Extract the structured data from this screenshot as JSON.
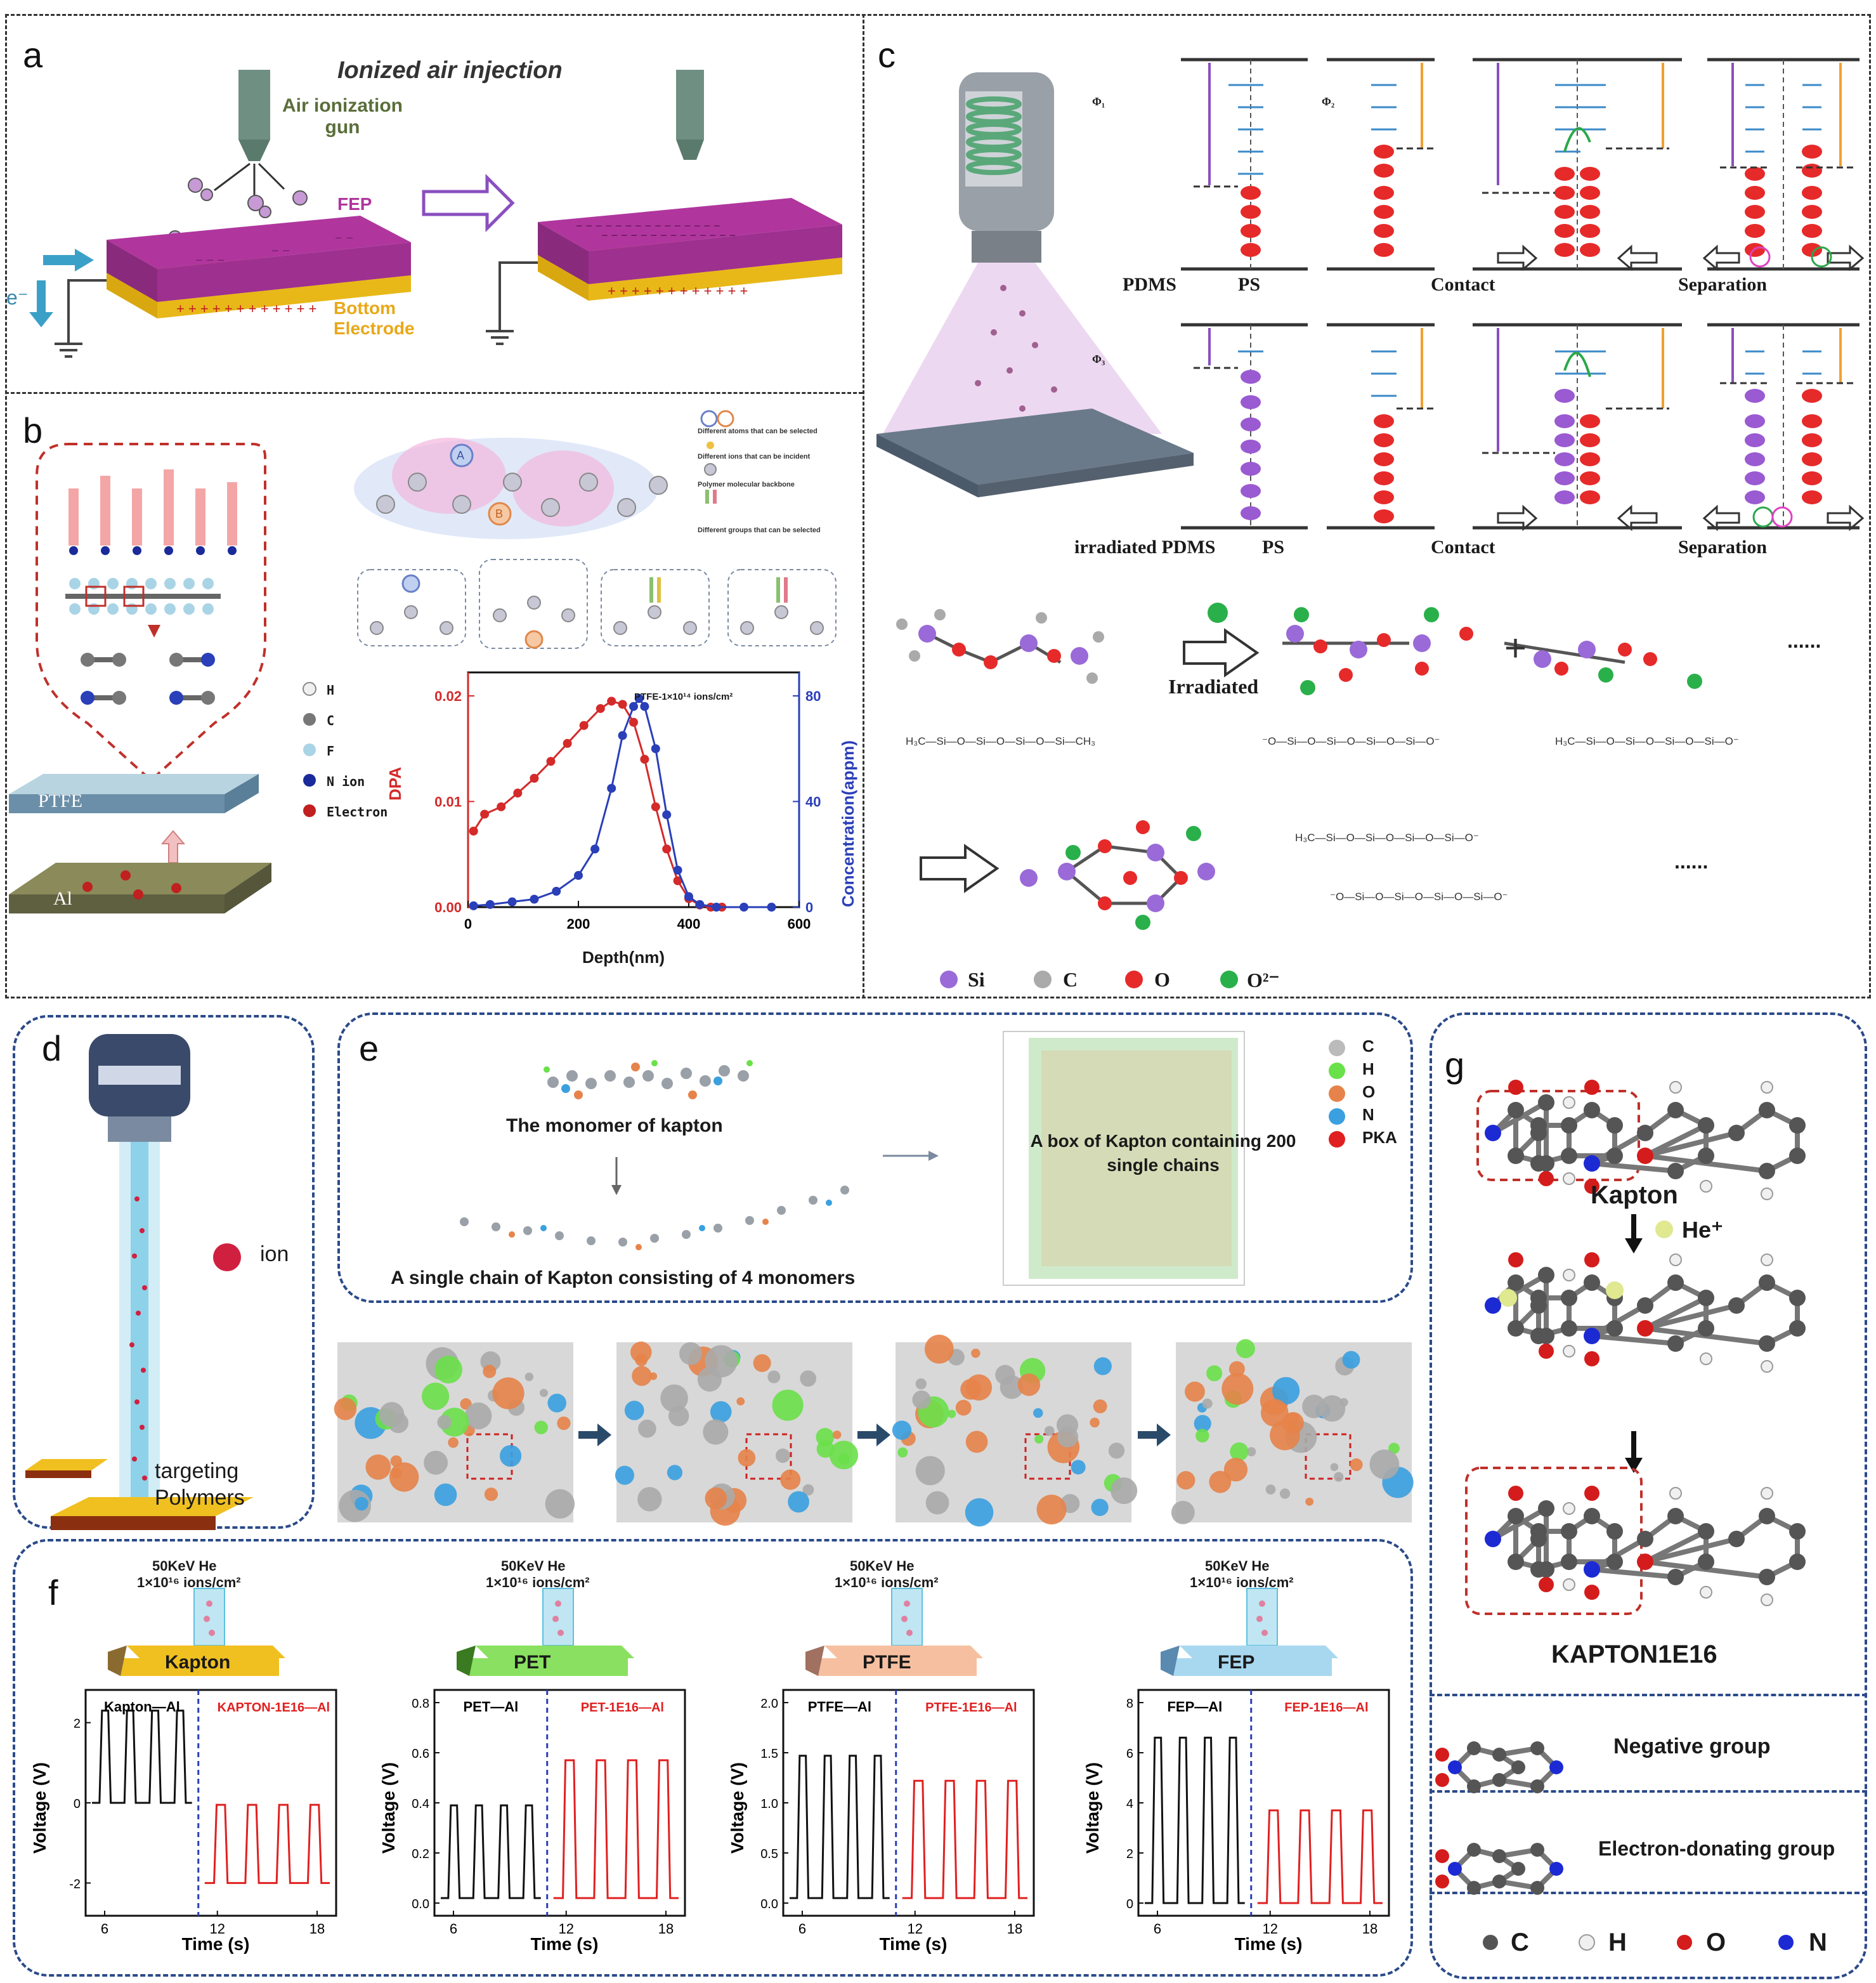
{
  "panels": {
    "a": {
      "label": "a",
      "title": "Ionized air injection",
      "gun_label": "Air ionization gun",
      "fep_label": "FEP",
      "electrode_label": "Bottom Electrode",
      "electron_label": "e⁻"
    },
    "b": {
      "label": "b",
      "ptfe_label": "PTFE",
      "al_label": "Al",
      "legend": [
        "H",
        "C",
        "F",
        "N ion",
        "Electron"
      ],
      "key_items": [
        "Different atoms that can be selected",
        "Different ions that can be incident",
        "Polymer molecular backbone",
        "Different groups that can be selected"
      ],
      "atom_labels": [
        "A",
        "B"
      ],
      "chart_data": {
        "type": "line",
        "annotation": "PTFE-1×10¹⁴ ions/cm²",
        "xlabel": "Depth(nm)",
        "ylabel_left": "DPA",
        "ylabel_right": "Concentration(appm)",
        "xlim": [
          0,
          600
        ],
        "ylim_left": [
          0,
          0.02
        ],
        "ylim_right": [
          0,
          80
        ],
        "x_ticks": [
          "0",
          "200",
          "400",
          "600"
        ],
        "y_left_ticks": [
          "0.00",
          "0.01",
          "0.02"
        ],
        "y_right_ticks": [
          "0",
          "40",
          "80"
        ],
        "series": [
          {
            "name": "DPA",
            "axis": "left",
            "color": "#d42a2a",
            "x": [
              10,
              30,
              60,
              90,
              120,
              150,
              180,
              210,
              240,
              260,
              280,
              300,
              320,
              340,
              360,
              380,
              400,
              420,
              440,
              460
            ],
            "values": [
              0.0072,
              0.0088,
              0.0095,
              0.0108,
              0.0122,
              0.0138,
              0.0155,
              0.0172,
              0.0188,
              0.0195,
              0.0192,
              0.0175,
              0.014,
              0.0095,
              0.0055,
              0.0025,
              0.0008,
              0.0002,
              0.0,
              0.0
            ]
          },
          {
            "name": "Concentration",
            "axis": "right",
            "color": "#2a3fb8",
            "x": [
              10,
              40,
              80,
              120,
              160,
              200,
              230,
              260,
              280,
              300,
              310,
              320,
              340,
              360,
              380,
              400,
              420,
              450,
              500,
              550
            ],
            "values": [
              0.5,
              1,
              2,
              3,
              6,
              12,
              22,
              45,
              65,
              76,
              79,
              76,
              60,
              35,
              14,
              4,
              1,
              0,
              0,
              0
            ]
          }
        ]
      }
    },
    "c": {
      "label": "c",
      "top_row_labels": [
        "PDMS",
        "PS",
        "Contact",
        "Separation"
      ],
      "bottom_row_labels": [
        "irradiated PDMS",
        "PS",
        "Contact",
        "Separation"
      ],
      "phi_labels": [
        "Φ₁",
        "Φ₂",
        "Φ₃"
      ],
      "irradiated_label": "Irradiated",
      "ellipsis": "......",
      "legend": [
        "Si",
        "C",
        "O",
        "O²⁻"
      ]
    },
    "d": {
      "label": "d",
      "ion_label": "ion",
      "target_label": "targeting Polymers"
    },
    "e": {
      "label": "e",
      "monomer_label": "The monomer of kapton",
      "chain_label": "A single chain of Kapton consisting of 4 monomers",
      "box_label": "A box of Kapton containing 200 single chains",
      "legend": [
        "C",
        "H",
        "O",
        "N",
        "PKA"
      ]
    },
    "f": {
      "label": "f",
      "beam_label_1": "50KeV He",
      "beam_label_2": "1×10¹⁶ ions/cm²",
      "materials": [
        "Kapton",
        "PET",
        "PTFE",
        "FEP"
      ],
      "x_label": "Time (s)",
      "y_label": "Voltage (V)",
      "x_ticks": [
        "6",
        "12",
        "18"
      ],
      "charts": [
        {
          "type": "line",
          "left_label": "Kapton—Al",
          "right_label": "KAPTON-1E16—Al",
          "y_ticks": [
            "-2",
            "0",
            "2"
          ],
          "ylim": [
            -2.5,
            2.5
          ],
          "peak_before": 2.3,
          "base_before": 0.0,
          "peak_after": -0.05,
          "base_after": -2.0
        },
        {
          "type": "line",
          "left_label": "PET—Al",
          "right_label": "PET-1E16—Al",
          "y_ticks": [
            "0.0",
            "0.2",
            "0.4",
            "0.6",
            "0.8"
          ],
          "ylim": [
            0,
            0.8
          ],
          "peak_before": 0.39,
          "base_before": 0.02,
          "peak_after": 0.57,
          "base_after": 0.02
        },
        {
          "type": "line",
          "left_label": "PTFE—Al",
          "right_label": "PTFE-1E16—Al",
          "y_ticks": [
            "0.0",
            "0.5",
            "1.0",
            "1.5",
            "2.0"
          ],
          "ylim": [
            0,
            2.0
          ],
          "peak_before": 1.47,
          "base_before": 0.05,
          "peak_after": 1.22,
          "base_after": 0.05
        },
        {
          "type": "line",
          "left_label": "FEP—Al",
          "right_label": "FEP-1E16—Al",
          "y_ticks": [
            "0",
            "2",
            "4",
            "6",
            "8"
          ],
          "ylim": [
            0,
            8
          ],
          "peak_before": 6.6,
          "base_before": 0.0,
          "peak_after": 3.7,
          "base_after": 0.0
        }
      ]
    },
    "g": {
      "label": "g",
      "kapton_label": "Kapton",
      "ion_label": "He⁺",
      "result_label": "KAPTON1E16",
      "negative_group": "Negative group",
      "donating_group": "Electron-donating group",
      "legend": [
        "C",
        "H",
        "O",
        "N"
      ]
    }
  },
  "colors": {
    "fep_magenta": "#b0369e",
    "electrode_yellow": "#f0c020",
    "dpa_red": "#d42a2a",
    "conc_blue": "#2a3fb8",
    "frame_blue": "#2b4a8a",
    "orange_arrow": "#f0a030",
    "purple_arrow": "#8a4fbf"
  }
}
